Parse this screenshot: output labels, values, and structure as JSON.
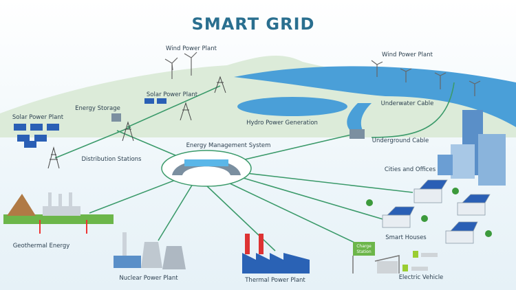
{
  "title": "SMART GRID",
  "labels": {
    "wind_plant_left": "Wind Power Plant",
    "wind_plant_right": "Wind Power Plant",
    "solar_plant_center": "Solar Power Plant",
    "solar_plant_left": "Solar Power Plant",
    "energy_storage": "Energy Storage",
    "underwater_cable": "Underwater Cable",
    "hydro": "Hydro Power Generation",
    "underground_cable": "Underground Cable",
    "ems": "Energy Management System",
    "distribution": "Distribution Stations",
    "cities": "Cities and Offices",
    "geothermal": "Geothermal Energy",
    "nuclear": "Nuclear Power Plant",
    "thermal": "Thermal Power Plant",
    "smart_houses": "Smart Houses",
    "electric_vehicle": "Electric Vehicle",
    "charge_station_1": "Charge",
    "charge_station_2": "Station"
  },
  "colors": {
    "title": "#2a6f8f",
    "wire": "#3b9a6a",
    "water": "#4a9fd8",
    "hill": "#dcebd9",
    "grass": "#6cb64a"
  }
}
